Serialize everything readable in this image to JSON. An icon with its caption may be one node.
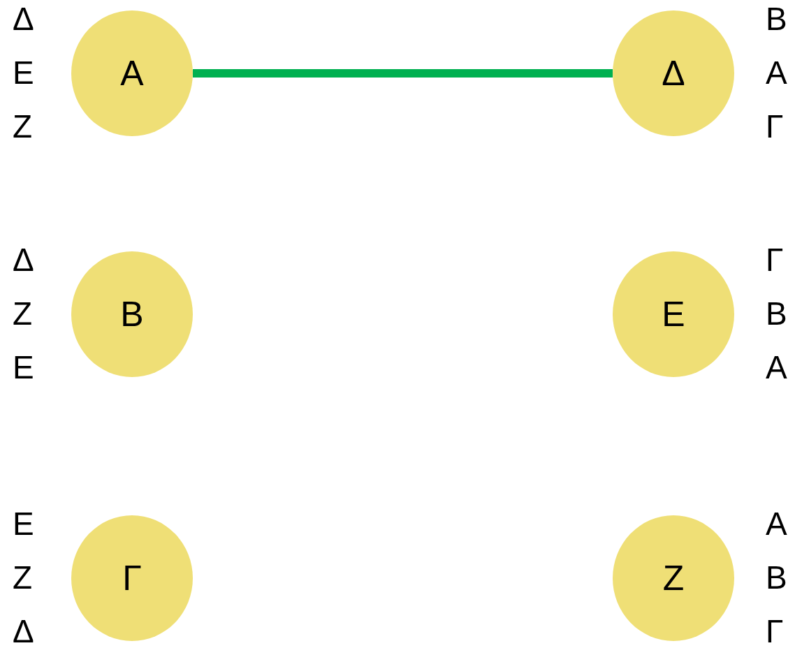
{
  "diagram": {
    "nodes": [
      {
        "text": [
          "Α"
        ],
        "beside": [
          "Δ",
          "Ε",
          "Ζ"
        ]
      },
      {
        "text": [
          "Δ"
        ],
        "beside": [
          "Β",
          "Α",
          "Γ"
        ]
      },
      {
        "text": [
          "Β"
        ],
        "beside": [
          "Δ",
          "Ζ",
          "Ε"
        ]
      },
      {
        "text": [
          "Ε"
        ],
        "beside": [
          "Γ",
          "Β",
          "Α"
        ]
      },
      {
        "text": [
          "Γ"
        ],
        "beside": [
          "Ε",
          "Ζ",
          "Δ"
        ]
      },
      {
        "text": [
          "Ζ"
        ],
        "beside": [
          "Α",
          "Β",
          "Γ"
        ]
      }
    ],
    "edges": [
      {
        "from": 0,
        "to": 1,
        "arrow": "none",
        "color": "#00b050"
      }
    ]
  }
}
